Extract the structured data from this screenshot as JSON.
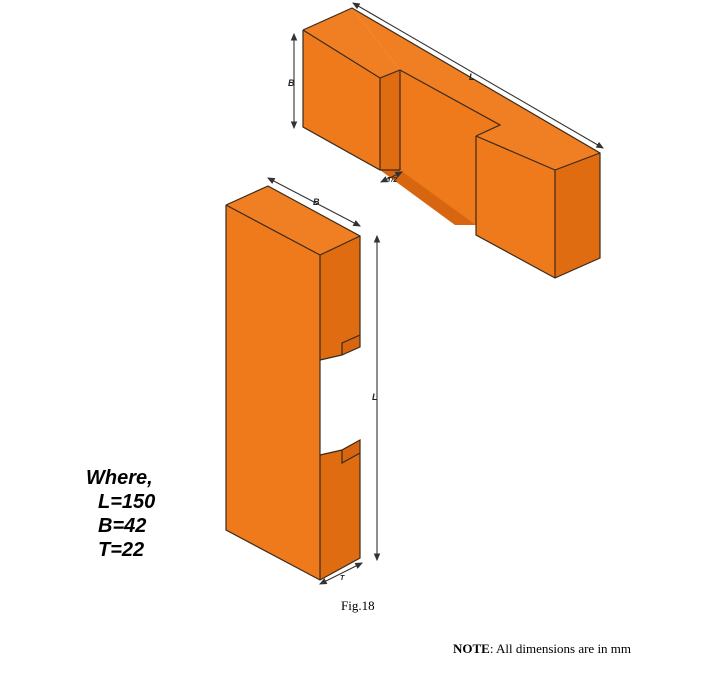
{
  "dimension_labels": {
    "top_length": "L",
    "top_breadth": "B",
    "top_notch": "T/2",
    "vertical_breadth": "B",
    "vertical_length": "L",
    "vertical_thickness": "T"
  },
  "where_block": {
    "heading": "Where,",
    "l_value": "L=150",
    "b_value": "B=42",
    "t_value": "T=22"
  },
  "caption": "Fig.18",
  "note": {
    "key": "NOTE",
    "text": ": All dimensions are in mm"
  },
  "colors": {
    "wood_front": "#ee7a1c",
    "wood_side": "#e06c12",
    "edge": "#3a2a1a"
  }
}
